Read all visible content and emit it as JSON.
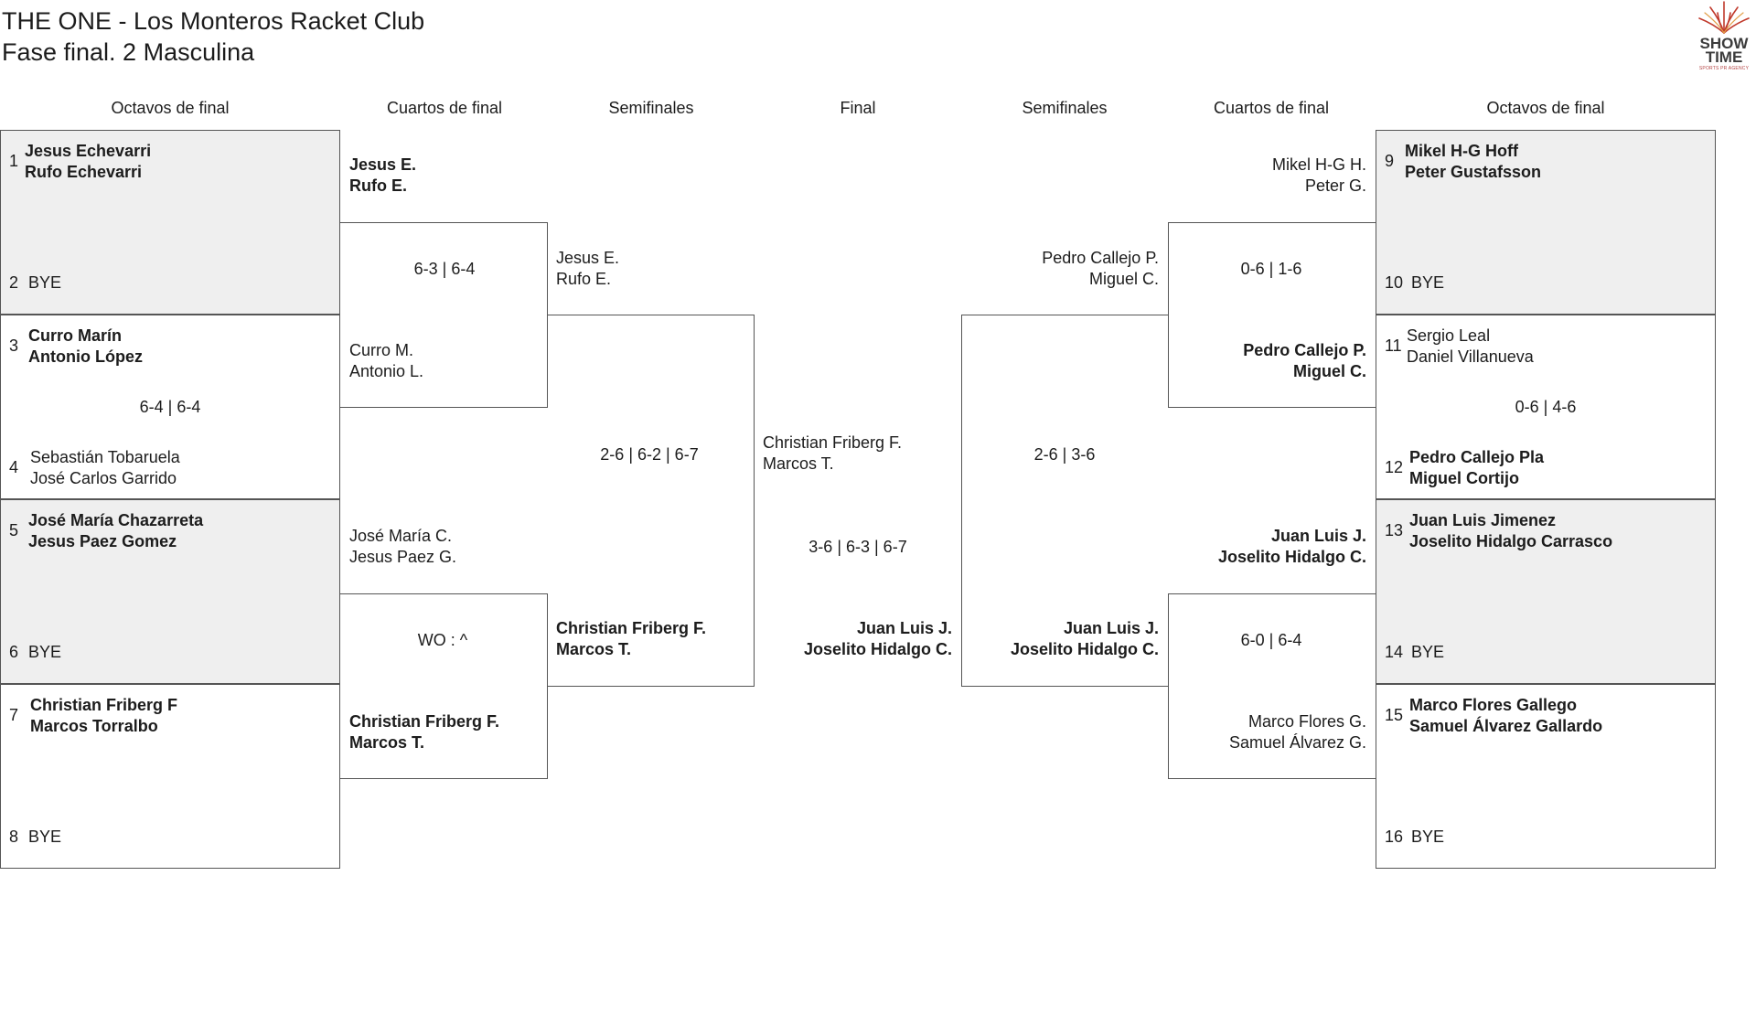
{
  "header": {
    "title": "THE ONE - Los Monteros Racket Club",
    "subtitle": "Fase final. 2 Masculina"
  },
  "logo": {
    "line1": "SHOW",
    "line2": "TIME",
    "tagline": "SPORTS PR AGENCY"
  },
  "rounds": {
    "left_r16": "Octavos de final",
    "left_qf": "Cuartos de final",
    "left_sf": "Semifinales",
    "final": "Final",
    "right_sf": "Semifinales",
    "right_qf": "Cuartos de final",
    "right_r16": "Octavos de final"
  },
  "left_r16": [
    {
      "seed_a": "1",
      "a1": "Jesus Echevarri",
      "a2": "Rufo Echevarri",
      "seed_b": "2",
      "b1": "BYE",
      "b2": "",
      "score": ""
    },
    {
      "seed_a": "3",
      "a1": "Curro Marín",
      "a2": "Antonio López",
      "seed_b": "4",
      "b1": "Sebastián Tobaruela",
      "b2": "José Carlos Garrido",
      "score": "6-4 | 6-4"
    },
    {
      "seed_a": "5",
      "a1": "José María Chazarreta",
      "a2": "Jesus Paez Gomez",
      "seed_b": "6",
      "b1": "BYE",
      "b2": "",
      "score": ""
    },
    {
      "seed_a": "7",
      "a1": "Christian Friberg F",
      "a2": "Marcos Torralbo",
      "seed_b": "8",
      "b1": "BYE",
      "b2": "",
      "score": ""
    }
  ],
  "right_r16": [
    {
      "seed_a": "9",
      "a1": "Mikel H-G Hoff",
      "a2": "Peter Gustafsson",
      "seed_b": "10",
      "b1": "BYE",
      "b2": "",
      "score": ""
    },
    {
      "seed_a": "11",
      "a1": "Sergio Leal",
      "a2": "Daniel Villanueva",
      "seed_b": "12",
      "b1": "Pedro Callejo Pla",
      "b2": "Miguel Cortijo",
      "score": "0-6 | 4-6"
    },
    {
      "seed_a": "13",
      "a1": "Juan Luis Jimenez",
      "a2": "Joselito Hidalgo Carrasco",
      "seed_b": "14",
      "b1": "BYE",
      "b2": "",
      "score": ""
    },
    {
      "seed_a": "15",
      "a1": "Marco Flores Gallego",
      "a2": "Samuel Álvarez Gallardo",
      "seed_b": "16",
      "b1": "BYE",
      "b2": "",
      "score": ""
    }
  ],
  "left_qf": [
    {
      "a1": "Jesus E.",
      "a2": "Rufo E.",
      "b1": "Curro M.",
      "b2": "Antonio L.",
      "score": "6-3 | 6-4"
    },
    {
      "a1": "José María C.",
      "a2": "Jesus Paez G.",
      "b1": "Christian Friberg F.",
      "b2": "Marcos T.",
      "score": "WO : ^"
    }
  ],
  "right_qf": [
    {
      "a1": "Mikel H-G H.",
      "a2": "Peter G.",
      "b1": "Pedro Callejo P.",
      "b2": "Miguel C.",
      "score": "0-6 | 1-6"
    },
    {
      "a1": "Juan Luis J.",
      "a2": "Joselito Hidalgo C.",
      "b1": "Marco Flores G.",
      "b2": "Samuel Álvarez G.",
      "score": "6-0 | 6-4"
    }
  ],
  "left_sf": {
    "a1": "Jesus E.",
    "a2": "Rufo E.",
    "b1": "Christian Friberg F.",
    "b2": "Marcos T.",
    "score": "2-6 | 6-2 | 6-7"
  },
  "right_sf": {
    "a1": "Pedro Callejo P.",
    "a2": "Miguel C.",
    "b1": "Juan Luis J.",
    "b2": "Joselito Hidalgo C.",
    "score": "2-6 | 3-6"
  },
  "final": {
    "a1": "Christian Friberg F.",
    "a2": "Marcos T.",
    "b1": "Juan Luis J.",
    "b2": "Joselito Hidalgo C.",
    "score": "3-6 | 6-3 | 6-7"
  }
}
